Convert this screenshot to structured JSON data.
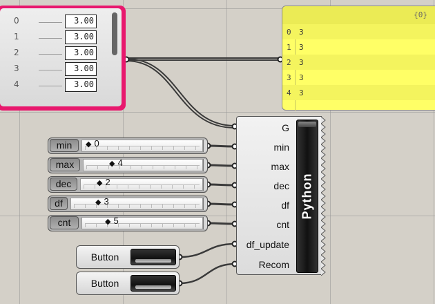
{
  "gene_pool": {
    "rows": [
      {
        "index": "0",
        "value": "3.00"
      },
      {
        "index": "1",
        "value": "3.00"
      },
      {
        "index": "2",
        "value": "3.00"
      },
      {
        "index": "3",
        "value": "3.00"
      },
      {
        "index": "4",
        "value": "3.00"
      }
    ]
  },
  "panel": {
    "path": "{0}",
    "rows": [
      {
        "index": "0",
        "value": "3"
      },
      {
        "index": "1",
        "value": "3"
      },
      {
        "index": "2",
        "value": "3"
      },
      {
        "index": "3",
        "value": "3"
      },
      {
        "index": "4",
        "value": "3"
      }
    ]
  },
  "sliders": [
    {
      "name": "min",
      "value": "0"
    },
    {
      "name": "max",
      "value": "4"
    },
    {
      "name": "dec",
      "value": "2"
    },
    {
      "name": "df",
      "value": "3"
    },
    {
      "name": "cnt",
      "value": "5"
    }
  ],
  "buttons": [
    {
      "label": "Button"
    },
    {
      "label": "Button"
    }
  ],
  "python_component": {
    "name": "Python",
    "inputs": [
      "G",
      "min",
      "max",
      "dec",
      "df",
      "cnt",
      "df_update",
      "Recom"
    ]
  },
  "colors": {
    "canvas": "#d4d0c8",
    "gene_pool_border": "#e8186d",
    "panel_fill": "#ffff66",
    "wire": "#3a3a3a"
  }
}
